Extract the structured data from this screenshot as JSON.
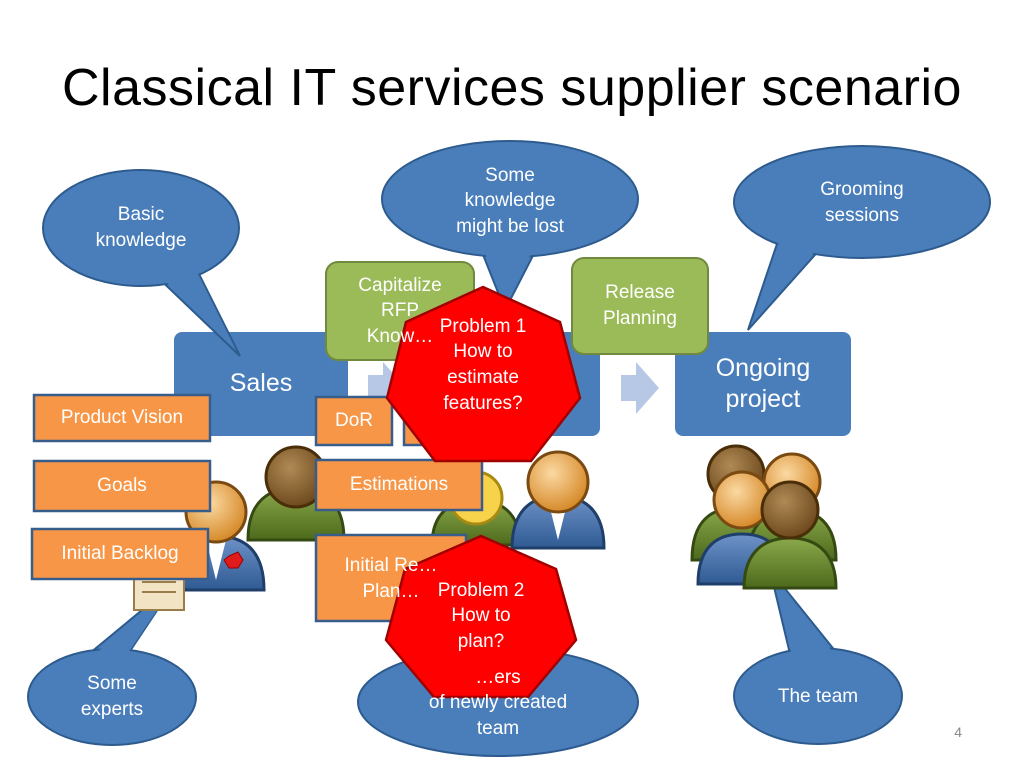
{
  "title": "Classical IT services supplier scenario",
  "page_number": "4",
  "colors": {
    "blue": "#4a7ebb",
    "green": "#9bbb59",
    "orange": "#f79646",
    "red": "#ff0000",
    "arrow": "#b7c7e6"
  },
  "process_steps": [
    "Sales",
    "Ongoing\nproject"
  ],
  "callouts": {
    "basic_knowledge": "Basic\nknowledge",
    "some_knowledge": "Some\nknowledge\nmight be lost",
    "grooming": "Grooming\nsessions",
    "some_experts": "Some\nexperts",
    "members": "…ers\nof newly created\nteam",
    "the_team": "The team"
  },
  "green_boxes": {
    "capitalize": "Capitalize\nRFP\nKnow…",
    "release": "Release\nPlanning"
  },
  "orange_boxes": {
    "product_vision": "Product Vision",
    "goals": "Goals",
    "initial_backlog": "Initial Backlog",
    "dor": "DoR",
    "estimations": "Estimations",
    "initial_release": "Initial Re…\nPlan…"
  },
  "problems": {
    "p1": "Problem 1\nHow to\nestimate\nfeatures?",
    "p2": "Problem 2\nHow to\nplan?"
  },
  "icons": [
    "person-icon",
    "document-icon",
    "team-icon",
    "arrow-right-icon"
  ]
}
